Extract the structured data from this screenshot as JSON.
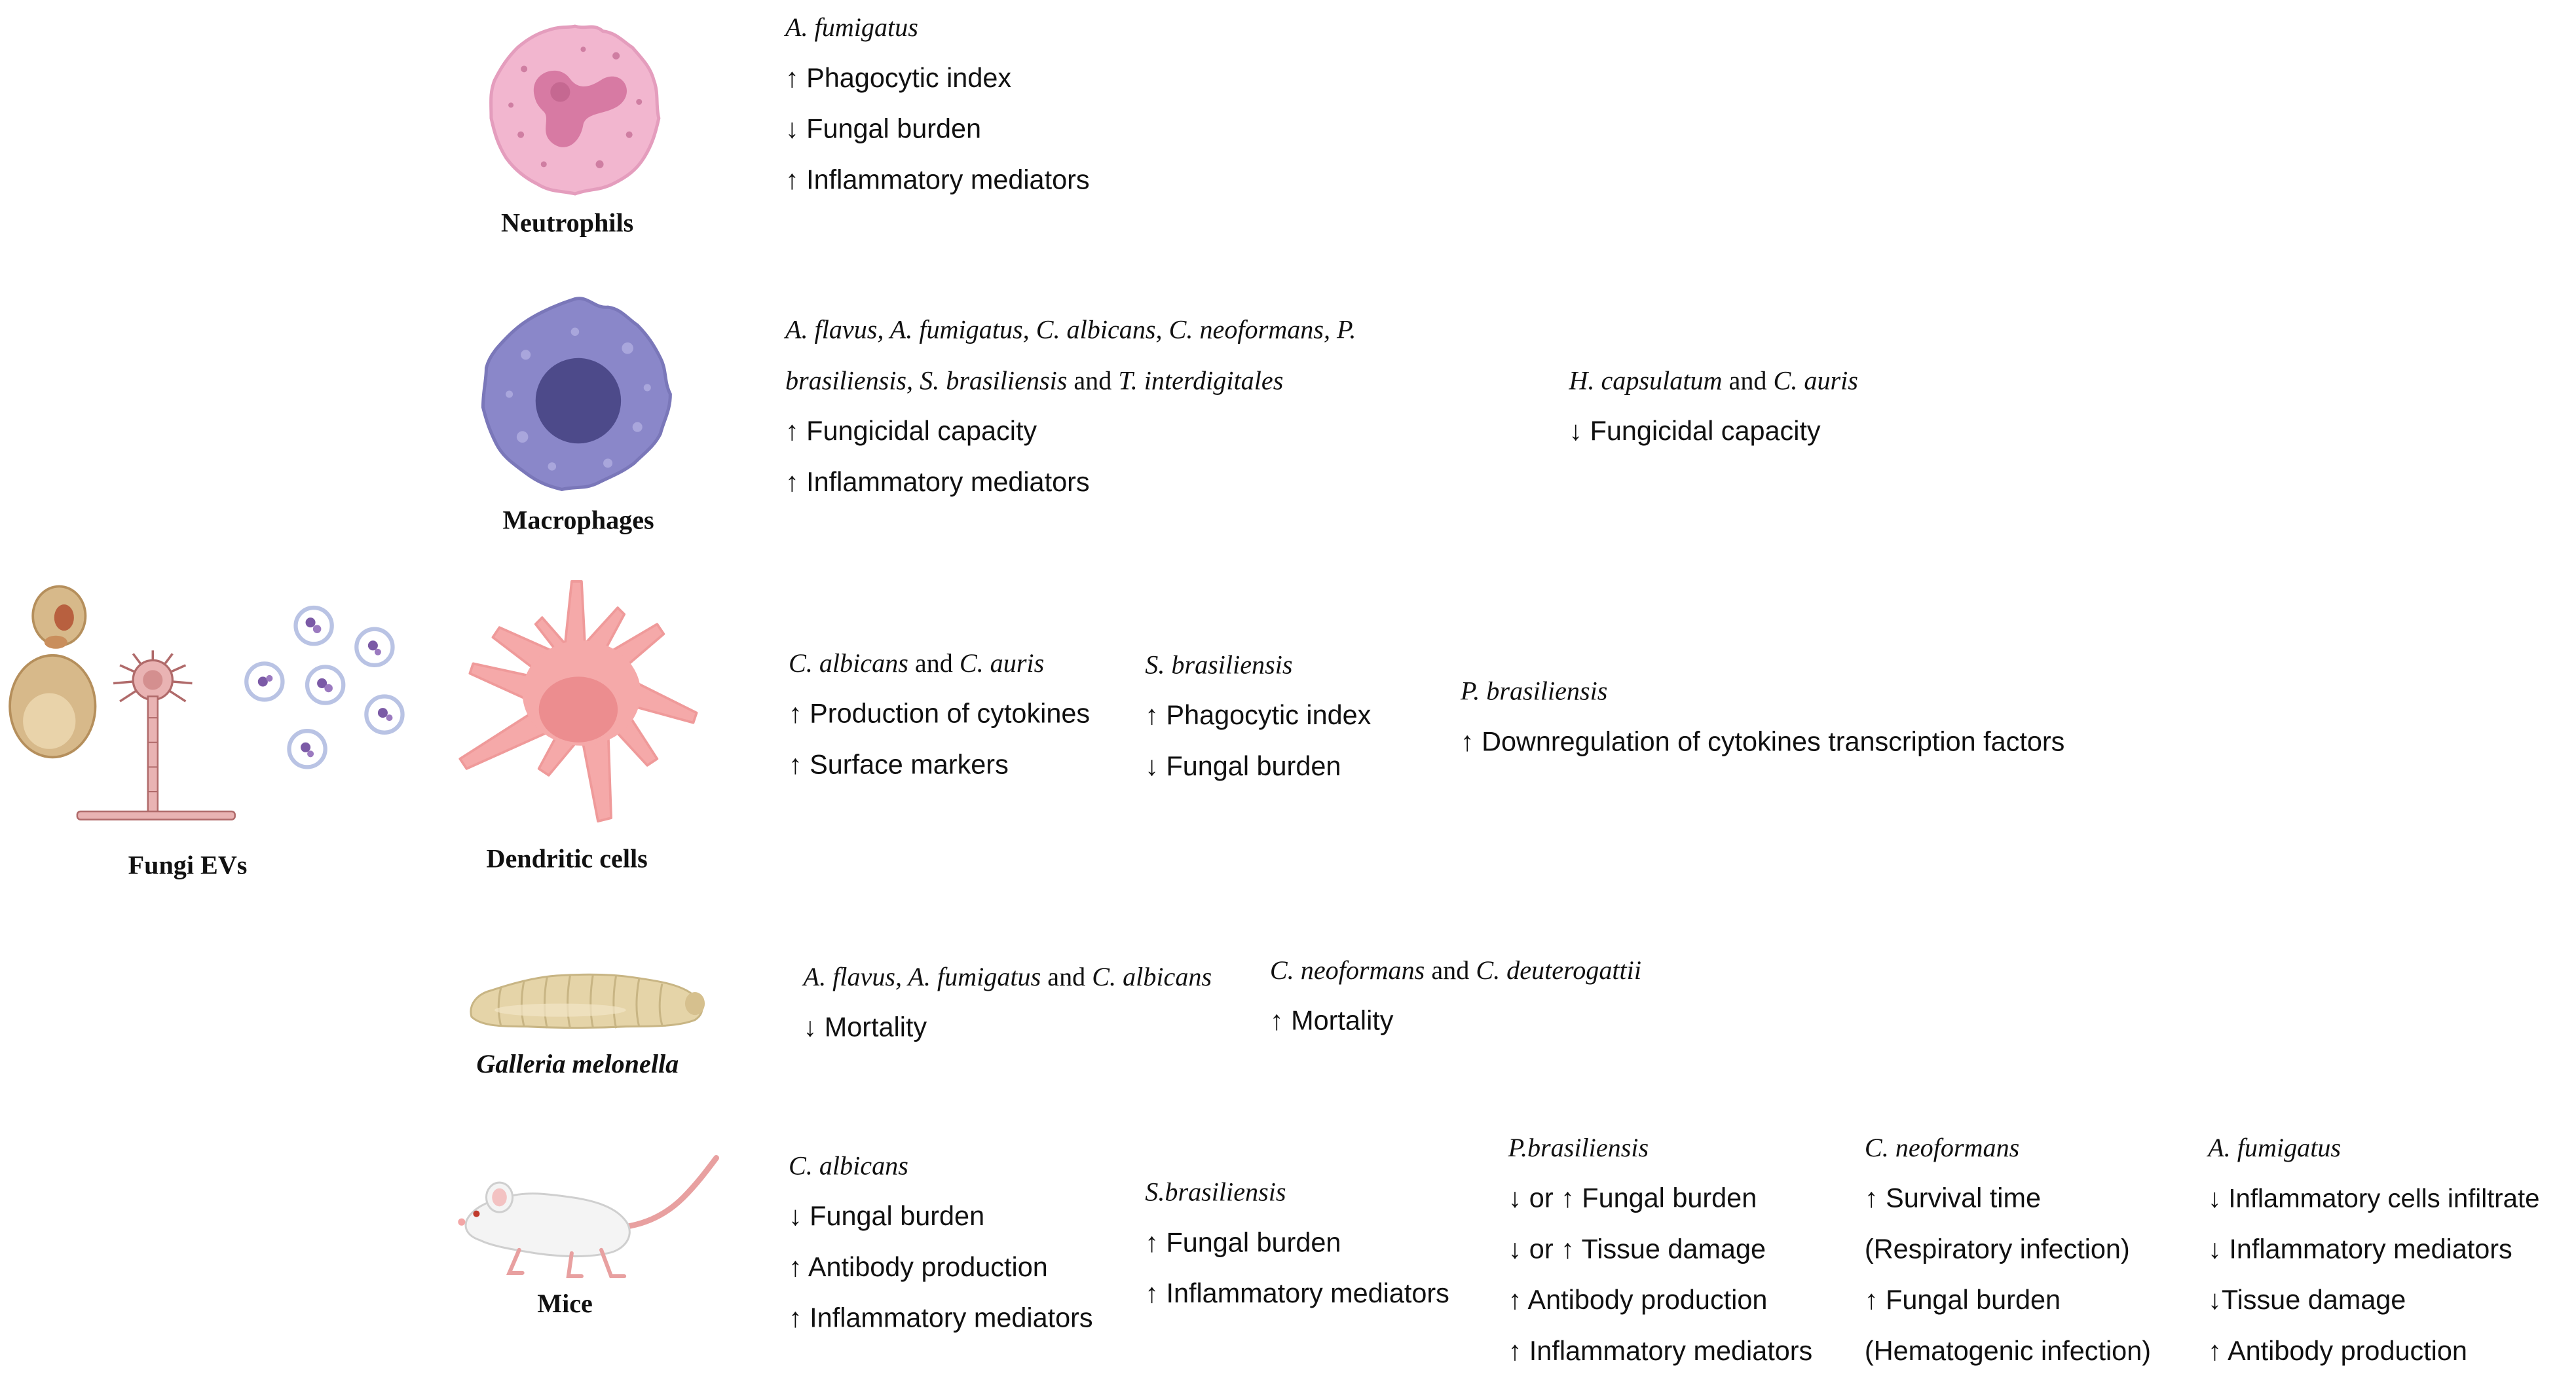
{
  "source": {
    "label": "Fungi EVs"
  },
  "hosts": [
    {
      "id": "neutrophils",
      "label": "Neutrophils",
      "groups": [
        {
          "organisms": "A. fumigatus",
          "effects": [
            "↑ Phagocytic index",
            "↓ Fungal burden",
            "↑ Inflammatory mediators"
          ]
        }
      ]
    },
    {
      "id": "macrophages",
      "label": "Macrophages",
      "groups": [
        {
          "organisms_line1": "A. flavus, A. fumigatus, C. albicans, C. neoformans, P.",
          "organisms_line2_italic": "brasiliensis, S. brasiliensis",
          "organisms_line2_and": " and ",
          "organisms_line2_tail": "T. interdigitales",
          "effects": [
            "↑ Fungicidal capacity",
            "↑ Inflammatory mediators"
          ]
        },
        {
          "organisms_a": "H. capsulatum",
          "organisms_and": " and ",
          "organisms_b": "C. auris",
          "effects": [
            "↓ Fungicidal capacity"
          ]
        }
      ]
    },
    {
      "id": "dendritic",
      "label": "Dendritic cells",
      "groups": [
        {
          "organisms_a": "C. albicans",
          "organisms_and": " and ",
          "organisms_b": "C. auris",
          "effects": [
            "↑ Production of cytokines",
            "↑ Surface markers"
          ]
        },
        {
          "organisms": "S. brasiliensis",
          "effects": [
            "↑ Phagocytic index",
            "↓ Fungal burden"
          ]
        },
        {
          "organisms": "P. brasiliensis",
          "effects": [
            "↑ Downregulation of cytokines transcription factors"
          ]
        }
      ]
    },
    {
      "id": "galleria",
      "label": "Galleria melonella",
      "groups": [
        {
          "organisms_a": "A. flavus, A. fumigatus",
          "organisms_and": " and ",
          "organisms_b": "C. albicans",
          "effects": [
            "↓ Mortality"
          ]
        },
        {
          "organisms_a": "C. neoformans",
          "organisms_and": " and ",
          "organisms_b": "C. deuterogattii",
          "effects": [
            "↑ Mortality"
          ]
        }
      ]
    },
    {
      "id": "mice",
      "label": "Mice",
      "groups": [
        {
          "organisms": "C. albicans",
          "effects": [
            "↓ Fungal burden",
            "↑ Antibody production",
            "↑ Inflammatory mediators"
          ]
        },
        {
          "organisms": "S.brasiliensis",
          "effects": [
            "↑ Fungal burden",
            "↑ Inflammatory mediators"
          ]
        },
        {
          "organisms": "P.brasiliensis",
          "effects": [
            "↓ or ↑ Fungal burden",
            "↓ or ↑ Tissue damage",
            "↑ Antibody production",
            "↑ Inflammatory mediators"
          ]
        },
        {
          "organisms": "C. neoformans",
          "effects": [
            "↑ Survival time",
            "(Respiratory infection)",
            "↑ Fungal burden",
            "(Hematogenic infection)"
          ]
        },
        {
          "organisms": "A. fumigatus",
          "effects": [
            "↓ Inflammatory cells infiltrate",
            "↓ Inflammatory mediators",
            "↓Tissue damage",
            "↑ Antibody production"
          ]
        }
      ]
    }
  ],
  "colors": {
    "neutrophil_body": "#f2b6cf",
    "neutrophil_nucleus": "#d77aa3",
    "macrophage_body": "#8a87c9",
    "macrophage_nucleus": "#4d4a8a",
    "dendritic_body": "#f5a9a9",
    "dendritic_nucleus": "#ec8d8f",
    "larva": "#e5d4a8",
    "mouse": "#f4f4f4",
    "mouse_tail": "#e8a0a0",
    "yeast": "#d7b98a",
    "ev_ring": "#b9c3e4",
    "ev_cargo": "#7b5aa6"
  },
  "icons": [
    "fungi-yeast-icon",
    "fungi-mold-icon",
    "extracellular-vesicle-icon",
    "neutrophil-icon",
    "macrophage-icon",
    "dendritic-cell-icon",
    "galleria-larva-icon",
    "mouse-icon"
  ]
}
